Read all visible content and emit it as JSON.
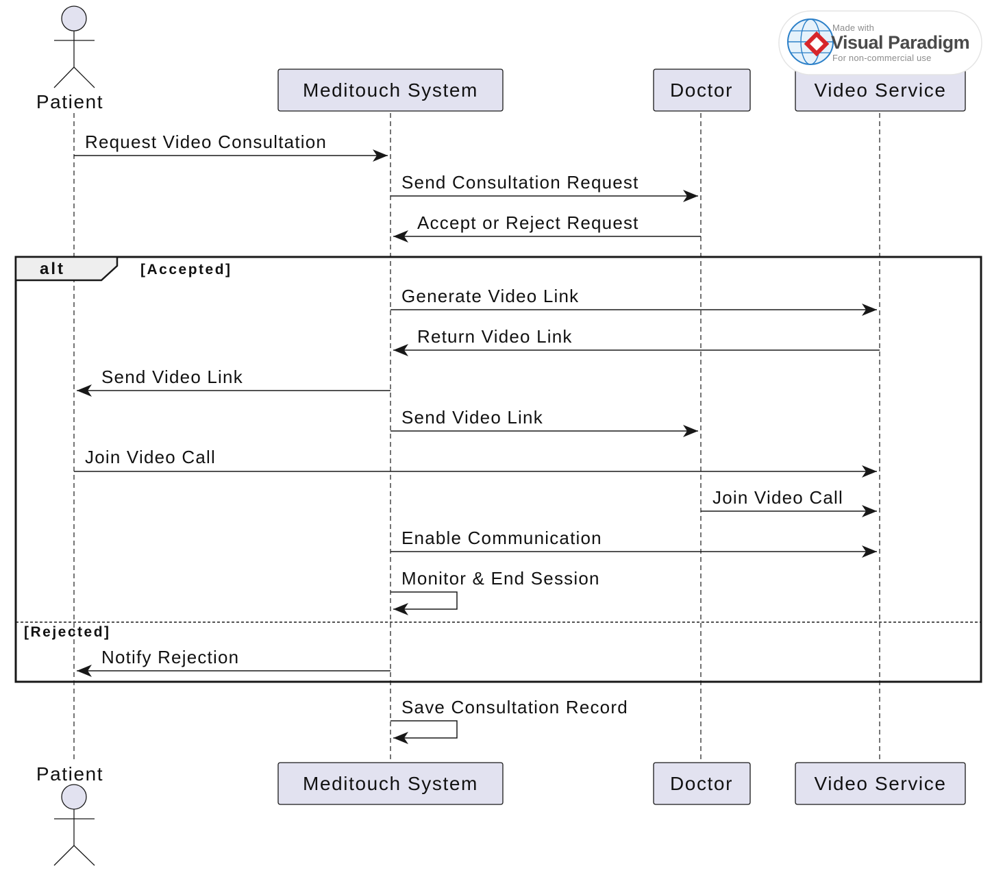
{
  "participants": [
    {
      "id": "patient",
      "label": "Patient",
      "kind": "actor"
    },
    {
      "id": "system",
      "label": "Meditouch System",
      "kind": "participant"
    },
    {
      "id": "doctor",
      "label": "Doctor",
      "kind": "participant"
    },
    {
      "id": "video",
      "label": "Video Service",
      "kind": "participant"
    }
  ],
  "messages": [
    {
      "from": "patient",
      "to": "system",
      "label": "Request Video Consultation"
    },
    {
      "from": "system",
      "to": "doctor",
      "label": "Send Consultation Request"
    },
    {
      "from": "doctor",
      "to": "system",
      "label": "Accept or Reject Request"
    },
    {
      "from": "system",
      "to": "video",
      "label": "Generate Video Link"
    },
    {
      "from": "video",
      "to": "system",
      "label": "Return Video Link"
    },
    {
      "from": "system",
      "to": "patient",
      "label": "Send Video Link"
    },
    {
      "from": "system",
      "to": "doctor",
      "label": "Send Video Link"
    },
    {
      "from": "patient",
      "to": "video",
      "label": "Join Video Call"
    },
    {
      "from": "doctor",
      "to": "video",
      "label": "Join Video Call"
    },
    {
      "from": "system",
      "to": "video",
      "label": "Enable Communication"
    },
    {
      "from": "system",
      "to": "system",
      "label": "Monitor & End Session"
    },
    {
      "from": "system",
      "to": "patient",
      "label": "Notify Rejection"
    },
    {
      "from": "system",
      "to": "system",
      "label": "Save Consultation Record"
    }
  ],
  "fragment": {
    "operator": "alt",
    "guards": [
      "[Accepted]",
      "[Rejected]"
    ]
  },
  "watermark": {
    "line1": "Made with",
    "line2": "Visual Paradigm",
    "line3": "For non-commercial use"
  },
  "colors": {
    "participant_fill": "#e2e2f0",
    "participant_stroke": "#181818",
    "line": "#181818",
    "frame_tab_fill": "#eeeeee"
  }
}
